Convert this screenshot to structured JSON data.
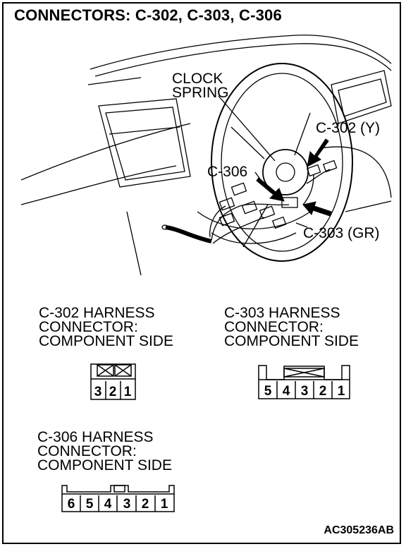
{
  "title": "CONNECTORS: C-302, C-303, C-306",
  "illustration": {
    "callouts": {
      "clock_spring": [
        "CLOCK",
        "SPRING"
      ],
      "c302": "C-302 (Y)",
      "c306": "C-306",
      "c303": "C-303 (GR)"
    }
  },
  "connectors": [
    {
      "id": "c302",
      "label_lines": [
        "C-302 HARNESS",
        "CONNECTOR:",
        "COMPONENT SIDE"
      ],
      "pins": [
        "3",
        "2",
        "1"
      ]
    },
    {
      "id": "c303",
      "label_lines": [
        "C-303 HARNESS",
        "CONNECTOR:",
        "COMPONENT SIDE"
      ],
      "pins": [
        "5",
        "4",
        "3",
        "2",
        "1"
      ]
    },
    {
      "id": "c306",
      "label_lines": [
        "C-306 HARNESS",
        "CONNECTOR:",
        "COMPONENT SIDE"
      ],
      "pins": [
        "6",
        "5",
        "4",
        "3",
        "2",
        "1"
      ]
    }
  ],
  "figure_code": "AC305236AB"
}
